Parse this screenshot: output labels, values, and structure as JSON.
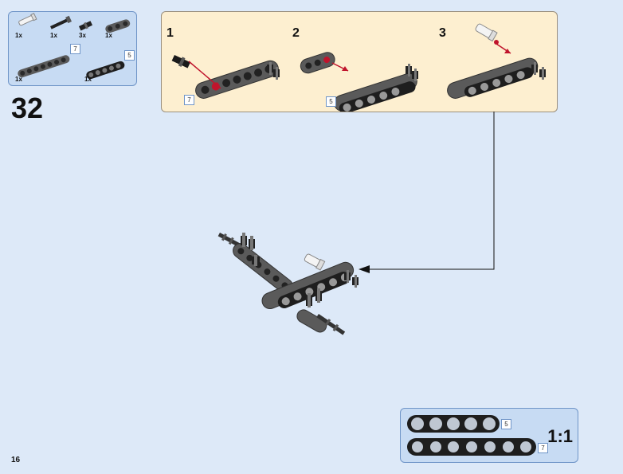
{
  "parts_list": {
    "items": [
      {
        "qty": "1x"
      },
      {
        "qty": "1x"
      },
      {
        "qty": "3x"
      },
      {
        "qty": "1x"
      },
      {
        "qty": "1x",
        "length": "7"
      },
      {
        "qty": "1x",
        "length": "5"
      }
    ]
  },
  "step": {
    "number": "32"
  },
  "substeps": [
    {
      "number": "1",
      "length": "7"
    },
    {
      "number": "2",
      "length": "5"
    },
    {
      "number": "3"
    }
  ],
  "scale": {
    "label": "1:1",
    "beams": [
      {
        "length": "5"
      },
      {
        "length": "7"
      }
    ]
  },
  "page": {
    "number": "16"
  },
  "colors": {
    "beam": "#5a5a5a",
    "beam_dark": "#2a2a2a",
    "pin": "#1a1a1a",
    "light_pin": "#f0f0f0",
    "arrow": "#c0142c",
    "callout_bg": "#fdefd0",
    "parts_bg": "#c7dbf3"
  }
}
